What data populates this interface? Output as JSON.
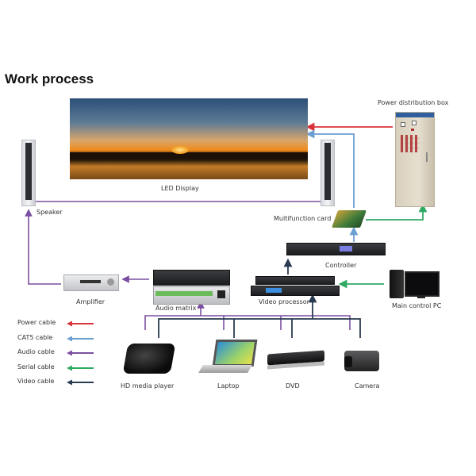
{
  "title": "Work process",
  "components": {
    "led_display": "LED Display",
    "speaker": "Speaker",
    "power_box": "Power distribution box",
    "multifunction_card": "Multifunction card",
    "controller": "Controller",
    "video_processor": "Video processor",
    "main_pc": "Main control PC",
    "amplifier": "Amplifier",
    "audio_matrix": "Audio  matrix",
    "hd_player": "HD media player",
    "laptop": "Laptop",
    "dvd": "DVD",
    "camera": "Camera"
  },
  "legend": [
    {
      "label": "Power cable",
      "color": "#d9323a"
    },
    {
      "label": "CAT5 cable",
      "color": "#6b9fd1"
    },
    {
      "label": "Audio cable",
      "color": "#7a4ea0"
    },
    {
      "label": "Serial cable",
      "color": "#2faa63"
    },
    {
      "label": "Video cable",
      "color": "#2a3a50"
    }
  ],
  "colors": {
    "power": "#d9323a",
    "cat5": "#6b9fd1",
    "audio": "#7a4ea0",
    "serial": "#2faa63",
    "video": "#2a3a50"
  }
}
